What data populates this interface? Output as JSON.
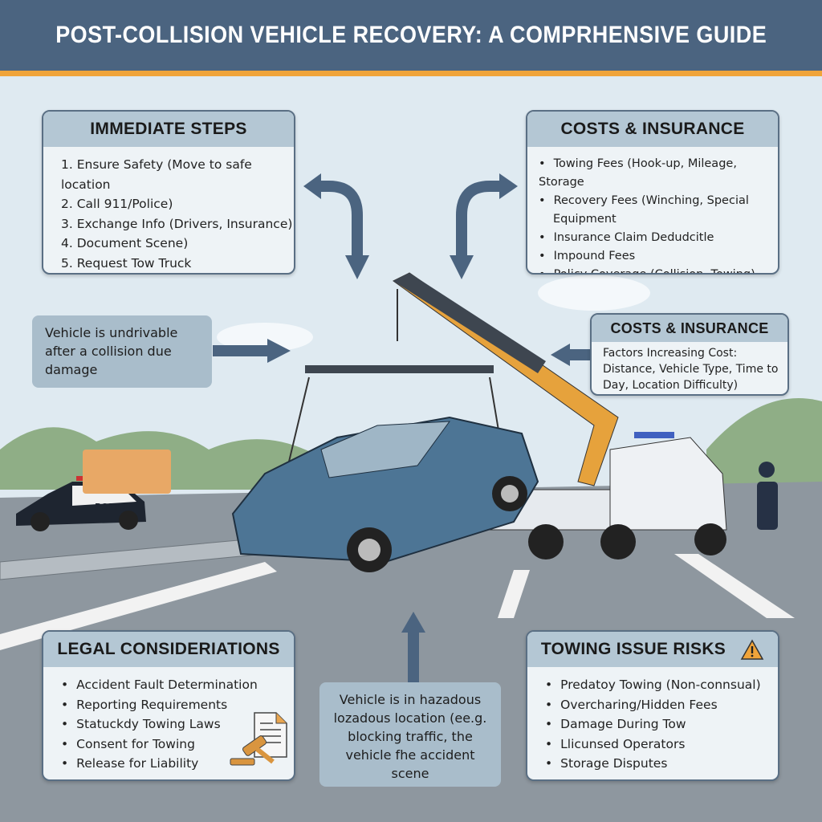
{
  "title": "POST-COLLISION VEHICLE RECOVERY: A COMPRHENSIVE GUIDE",
  "colors": {
    "header": "#4b6480",
    "accent": "#f0a43a",
    "arrow": "#4b6480",
    "card_header": "#b4c7d4",
    "note": "#a9bdcb"
  },
  "immediate_steps": {
    "heading": "IMMEDIATE STEPS",
    "items": [
      "1. Ensure Safety (Move to safe location",
      "2. Call 911/Police)",
      "3. Exchange Info (Drivers, Insurance)",
      "4. Document Scene)",
      "5. Request Tow Truck"
    ]
  },
  "costs_insurance": {
    "heading": "COSTS & INSURANCE",
    "items": [
      "Towing Fees (Hook-up, Mileage, Storage",
      "Recovery Fees (Winching, Special Equipment",
      "Insurance Claim Dedudcitle",
      "Impound Fees",
      "Policy Coverage (Collision, Towing)"
    ]
  },
  "cost_factors": {
    "heading": "COSTS & INSURANCE",
    "text": "Factors Increasing Cost: Distance, Vehicle Type, Time to Day, Location Difficulty)"
  },
  "undrivable_note": {
    "text": "Vehicle is undrivable after a collision due damage"
  },
  "hazardous_note": {
    "text": "Vehicle is in hazadous lozadous location (ee.g. blocking traffic, the vehicle fhe accident scene"
  },
  "legal": {
    "heading": "LEGAL CONSIDERIATIONS",
    "items": [
      "Accident Fault Determination",
      "Reporting Requirements",
      "Statuckdy Towing Laws",
      "Consent for Towing",
      "Release for Liability"
    ],
    "icon": "gavel-document-icon"
  },
  "risks": {
    "heading": "TOWING ISSUE RISKS",
    "icon": "warning-icon",
    "items": [
      "Predatoy Towing (Non-connsual)",
      "Overcharing/Hidden Fees",
      "Damage During Tow",
      "Llicunsed Operators",
      "Storage Disputes"
    ]
  },
  "scene": {
    "police_label": "POLICE"
  }
}
